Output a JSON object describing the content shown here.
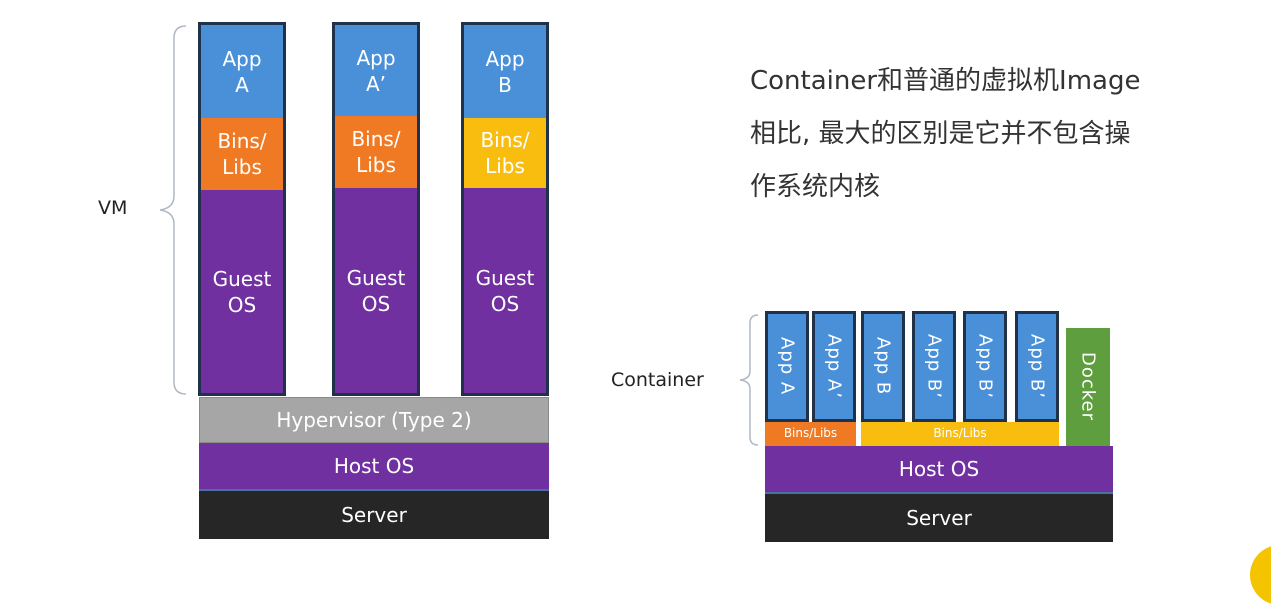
{
  "vm": {
    "label": "VM",
    "stacks": [
      {
        "app": "App\nA",
        "bins": "Bins/\nLibs",
        "os": "Guest\nOS"
      },
      {
        "app": "App\nA’",
        "bins": "Bins/\nLibs",
        "os": "Guest\nOS"
      },
      {
        "app": "App\nB",
        "bins": "Bins/\nLibs",
        "os": "Guest\nOS"
      }
    ],
    "hypervisor": "Hypervisor (Type 2)",
    "host_os": "Host OS",
    "server": "Server"
  },
  "container": {
    "label": "Container",
    "apps": [
      "App A",
      "App A’",
      "App B",
      "App B’",
      "App B’",
      "App B’"
    ],
    "bins_left": "Bins/Libs",
    "bins_right": "Bins/Libs",
    "docker": "Docker",
    "host_os": "Host OS",
    "server": "Server"
  },
  "caption": [
    "Container和普通的虚拟机Image",
    "相比, 最大的区别是它并不包含操",
    "作系统内核"
  ],
  "colors": {
    "app": "#4a90d9",
    "bins_orange": "#f07a24",
    "bins_yellow": "#f9bd10",
    "guest_os": "#7030a0",
    "hypervisor": "#a6a6a6",
    "host_os": "#7030a0",
    "server": "#262626",
    "docker": "#5f9e3f"
  }
}
